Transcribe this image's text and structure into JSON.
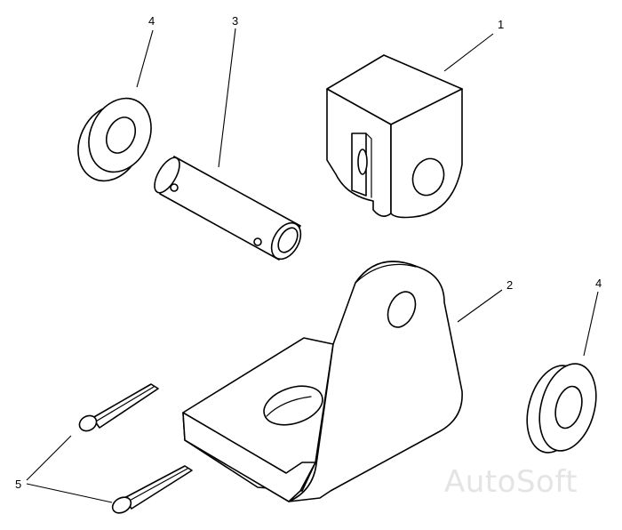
{
  "callouts": {
    "clevis": "1",
    "bracket": "2",
    "pin": "3",
    "washer_top": "4",
    "washer_right": "4",
    "cotter_pins": "5"
  },
  "watermark": "AutoSoft",
  "colors": {
    "line": "#000000",
    "background": "#ffffff",
    "watermark": "#e4e4e4"
  }
}
